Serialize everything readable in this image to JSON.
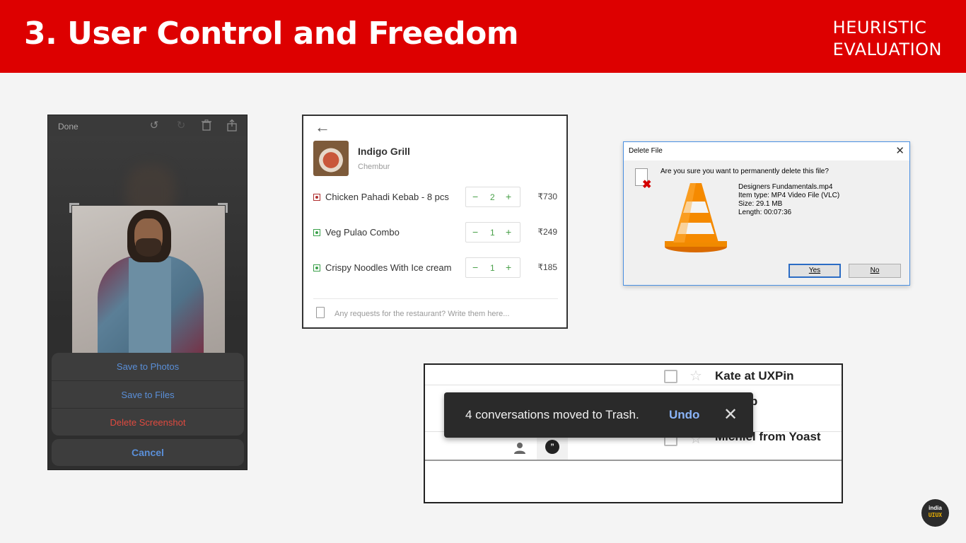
{
  "header": {
    "title": "3. User Control and Freedom",
    "tag_line1": "HEURISTIC",
    "tag_line2": "EVALUATION"
  },
  "phone": {
    "done_label": "Done",
    "actions": [
      "Save to Photos",
      "Save to Files",
      "Delete Screenshot"
    ],
    "cancel_label": "Cancel"
  },
  "order": {
    "restaurant": "Indigo Grill",
    "location": "Chembur",
    "items": [
      {
        "name": "Chicken Pahadi Kebab - 8 pcs",
        "qty": "2",
        "price": "₹730",
        "type": "non-veg"
      },
      {
        "name": "Veg Pulao Combo",
        "qty": "1",
        "price": "₹249",
        "type": "veg"
      },
      {
        "name": "Crispy Noodles With Ice cream",
        "qty": "1",
        "price": "₹185",
        "type": "veg"
      }
    ],
    "note_placeholder": "Any requests for the restaurant? Write them here..."
  },
  "dialog": {
    "title": "Delete File",
    "question": "Are you sure you want to permanently delete this file?",
    "file_name": "Designers Fundamentals.mp4",
    "item_type": "Item type: MP4 Video File (VLC)",
    "size": "Size: 29.1 MB",
    "length": "Length: 00:07:36",
    "yes_label": "Yes",
    "no_label": "No"
  },
  "gmail": {
    "rows": [
      "Kate at UXPin",
      "imp",
      "Michiel from Yoast"
    ],
    "snackbar_message": "4 conversations moved to Trash.",
    "undo_label": "Undo"
  },
  "logo": {
    "line1": "india",
    "line2": "UIUX"
  },
  "colors": {
    "brand_red": "#dd0000",
    "ios_blue": "#5a8fd8",
    "ios_red": "#e04a3f",
    "swiggy_green": "#48a048",
    "gmail_link": "#8ab4f8"
  }
}
